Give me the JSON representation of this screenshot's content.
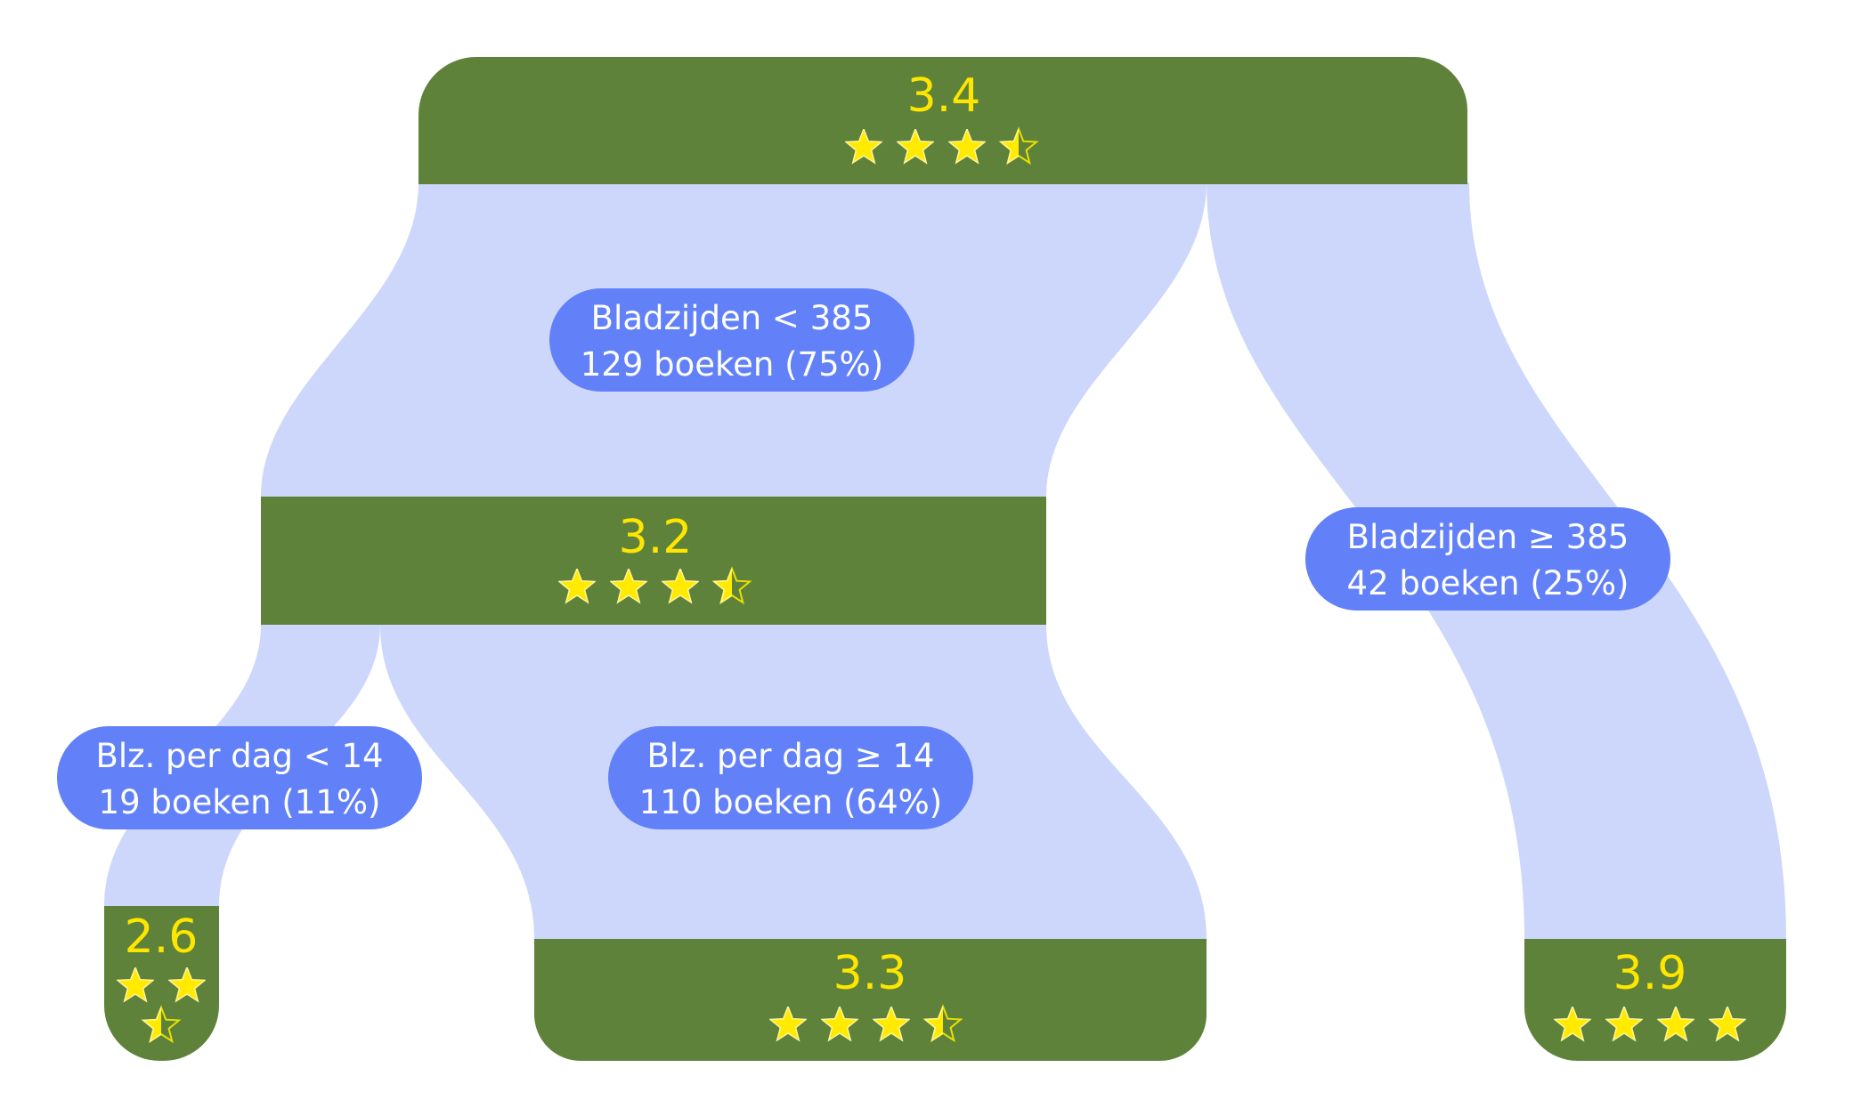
{
  "colors": {
    "node": "#5E823A",
    "flow": "#CCD7FB",
    "pill": "#6281F8",
    "score": "#FFE600",
    "star": "#FFEA00"
  },
  "nodes": [
    {
      "id": "root",
      "score": "3.4",
      "rating": 3.4
    },
    {
      "id": "pages-lt-385",
      "score": "3.2",
      "rating": 3.2
    },
    {
      "id": "pages-per-day-lt-14",
      "score": "2.6",
      "rating": 2.6
    },
    {
      "id": "pages-per-day-gte-14",
      "score": "3.3",
      "rating": 3.3
    },
    {
      "id": "pages-gte-385",
      "score": "3.9",
      "rating": 3.9
    }
  ],
  "splits": [
    {
      "id": "split-pages-lt-385",
      "condition": "Bladzijden < 385",
      "count": "129 boeken (75%)"
    },
    {
      "id": "split-pages-gte-385",
      "condition": "Bladzijden ≥ 385",
      "count": "42 boeken (25%)"
    },
    {
      "id": "split-ppd-lt-14",
      "condition": "Blz. per dag < 14",
      "count": "19 boeken (11%)"
    },
    {
      "id": "split-ppd-gte-14",
      "condition": "Blz. per dag ≥ 14",
      "count": "110 boeken (64%)"
    }
  ]
}
